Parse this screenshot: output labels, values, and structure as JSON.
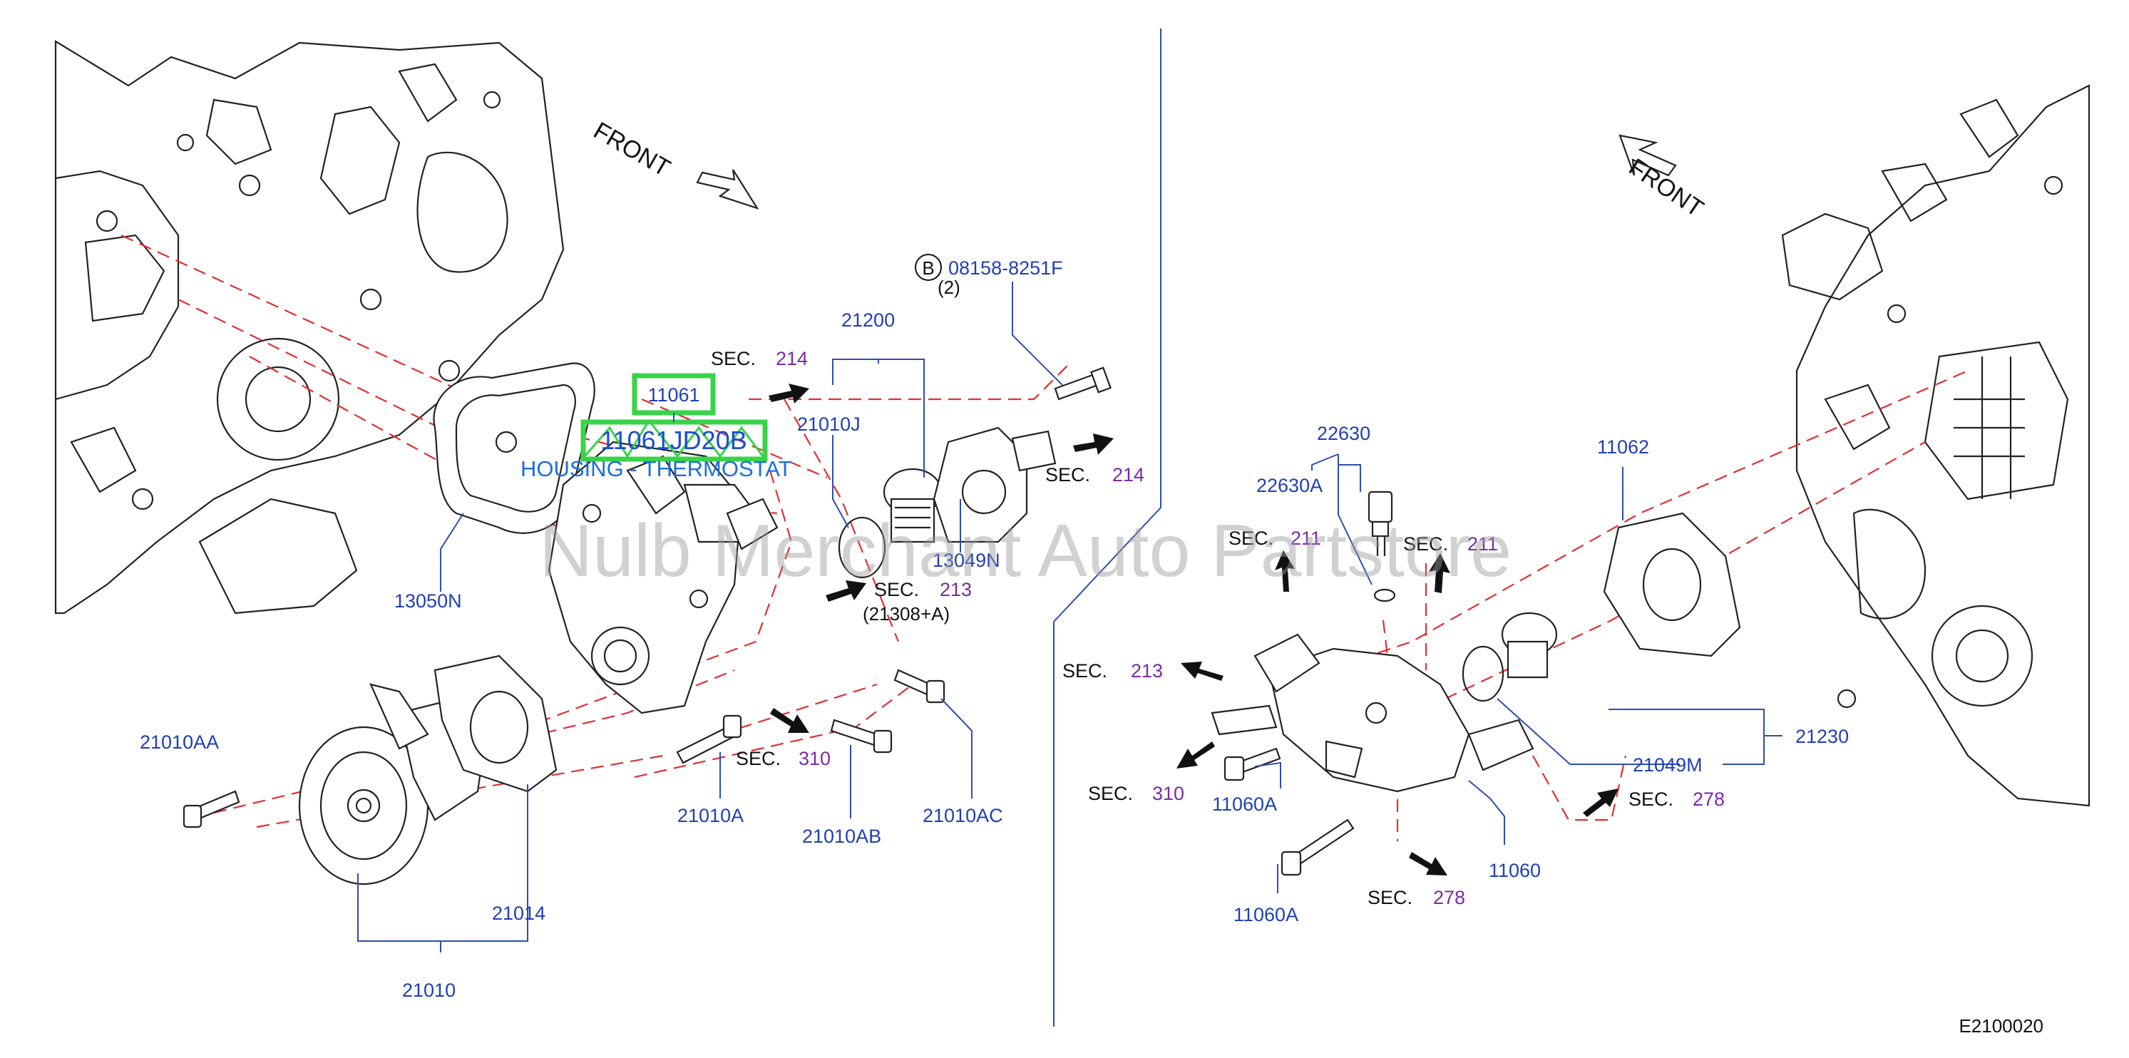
{
  "watermark": "Nulb Merchant Auto Partstore",
  "diagram_code": "E2100020",
  "front_left": "FRONT",
  "front_right": "FRONT",
  "bolt_callout": {
    "circle": "B",
    "number": "08158-8251F",
    "qty": "(2)"
  },
  "highlight": {
    "part": "11061",
    "part_full": "11061JD20B",
    "name": "HOUSING - THERMOSTAT"
  },
  "parts": {
    "p21200": "21200",
    "p21010J": "21010J",
    "p13049N": "13049N",
    "p13050N": "13050N",
    "p21010AA": "21010AA",
    "p21010A": "21010A",
    "p21010AB": "21010AB",
    "p21010AC": "21010AC",
    "p21014": "21014",
    "p21010": "21010",
    "p22630": "22630",
    "p22630A": "22630A",
    "p11062": "11062",
    "p21230": "21230",
    "p21049M": "21049M",
    "p11060A_1": "11060A",
    "p11060A_2": "11060A",
    "p11060": "11060",
    "p21308A": "(21308+A)"
  },
  "sections": {
    "sec_label": "SEC.",
    "s214_a": "214",
    "s214_b": "214",
    "s213_a": "213",
    "s310_a": "310",
    "s211_a": "211",
    "s211_b": "211",
    "s213_b": "213",
    "s310_b": "310",
    "s278_a": "278",
    "s278_b": "278"
  }
}
